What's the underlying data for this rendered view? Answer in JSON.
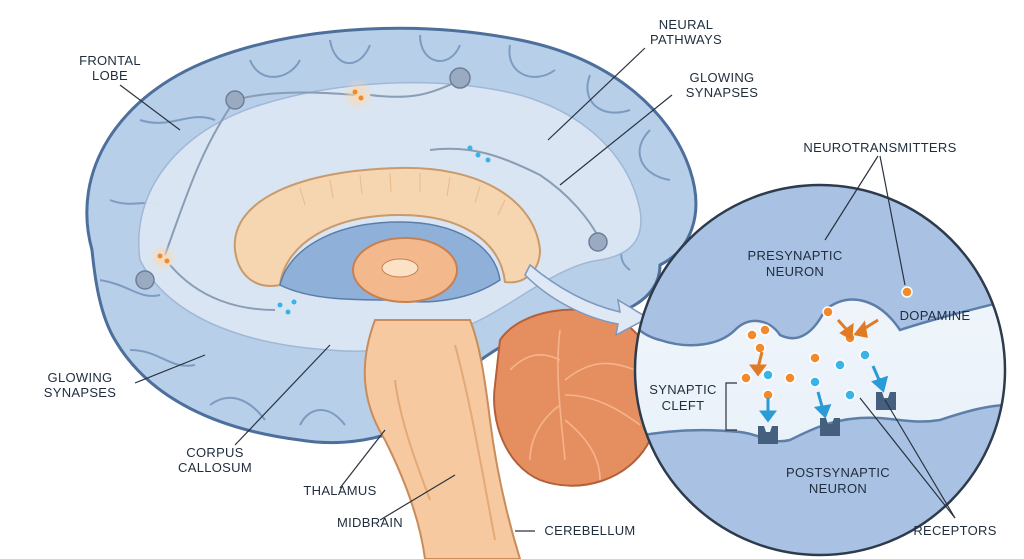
{
  "labels": {
    "frontal_lobe": [
      "FRONTAL",
      "LOBE"
    ],
    "neural_pathways": [
      "NEURAL",
      "PATHWAYS"
    ],
    "glowing_synapses_top": [
      "GLOWING",
      "SYNAPSES"
    ],
    "glowing_synapses_left": [
      "GLOWING",
      "SYNAPSES"
    ],
    "corpus_callosum": [
      "CORPUS",
      "CALLOSUM"
    ],
    "thalamus": "THALAMUS",
    "midbrain": "MIDBRAIN",
    "cerebellum": "CEREBELLUM",
    "neurotransmitters": "NEUROTRANSMITTERS",
    "presynaptic_neuron": [
      "PRESYNAPTIC",
      "NEURON"
    ],
    "dopamine": "DOPAMINE",
    "synaptic_cleft": [
      "SYNAPTIC",
      "CLEFT"
    ],
    "postsynaptic_neuron": [
      "POSTSYNAPTIC",
      "NEURON"
    ],
    "receptors": "RECEPTORS"
  },
  "colors": {
    "brain_outer": "#b8cfe9",
    "brain_outline": "#4d6f9c",
    "brain_inner": "#dbe7f4",
    "corpus": "#f6d5b1",
    "thalamus": "#f3b98d",
    "brainstem": "#f6c9a0",
    "cerebellum": "#e58f60",
    "presynaptic": "#a9c2e4",
    "dopamine": "#f28a2c",
    "neurotransmitter_blue": "#3ab3e6",
    "receptor": "#45607f"
  }
}
